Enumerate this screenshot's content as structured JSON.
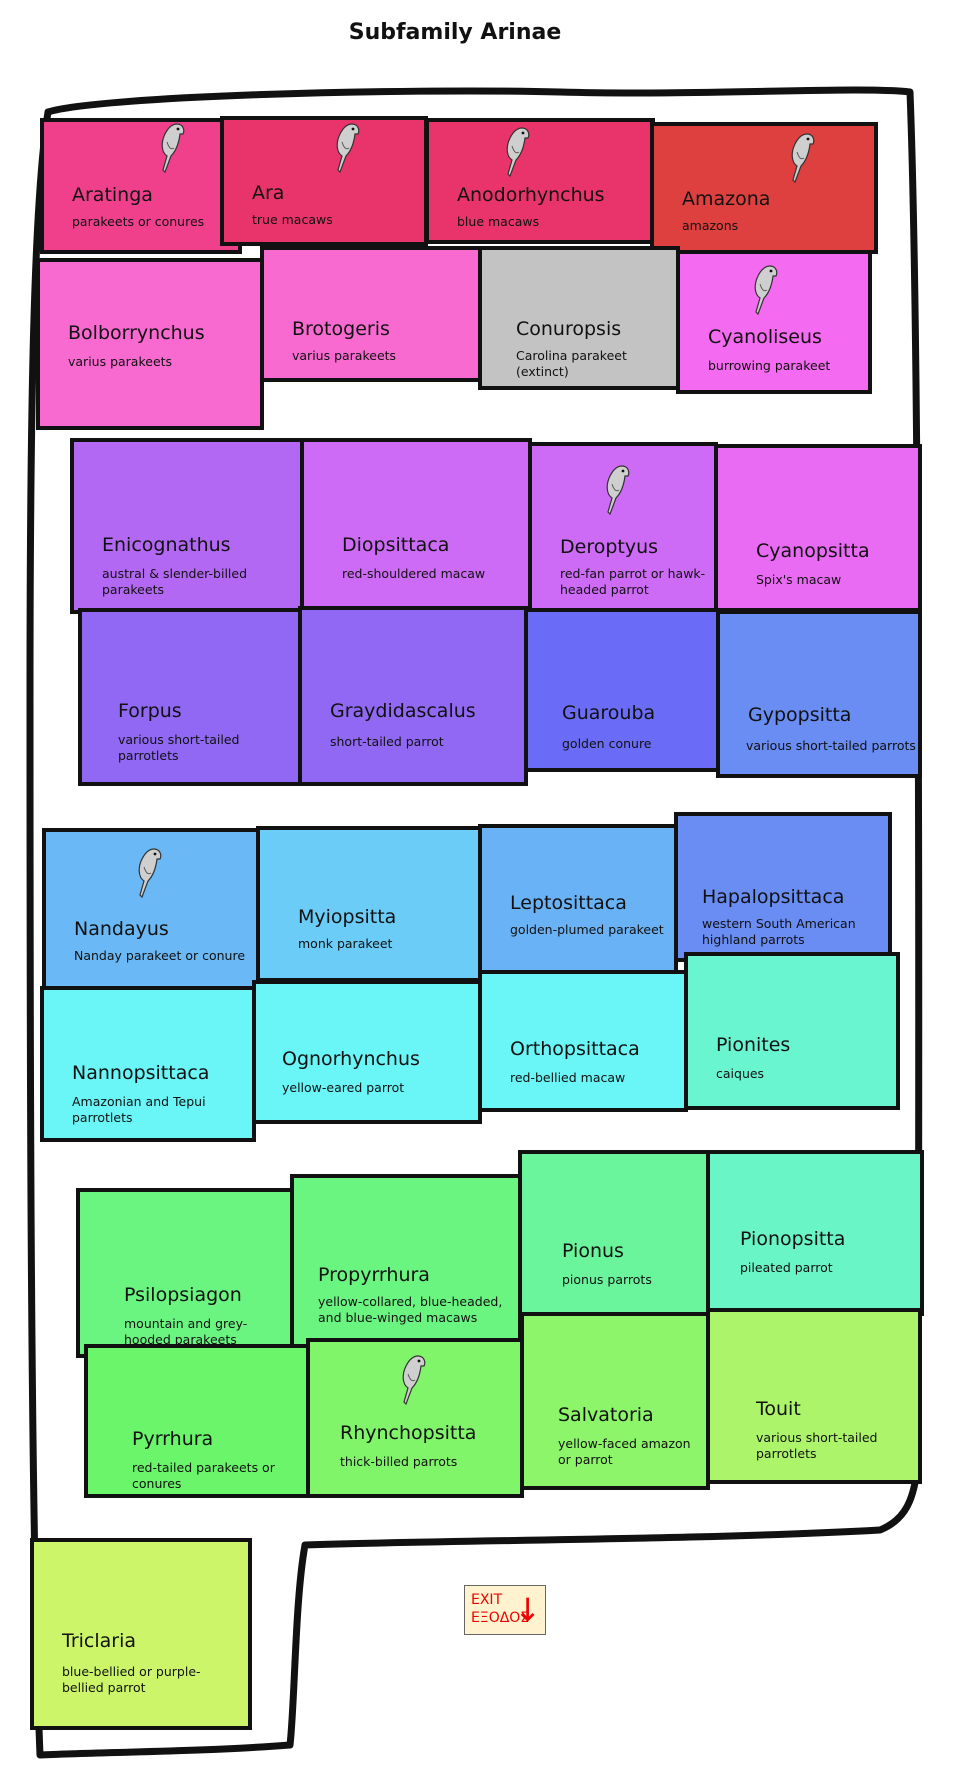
{
  "title": "Subfamily Arinae",
  "exit": {
    "line1": "EXIT",
    "line2": "ΕΞΟΔΟΣ"
  },
  "rooms": {
    "aratinga": {
      "genus": "Aratinga",
      "common": "parakeets or conures",
      "color": "#f0408c"
    },
    "ara": {
      "genus": "Ara",
      "common": "true macaws",
      "color": "#e8346a"
    },
    "anodorhynchus": {
      "genus": "Anodorhynchus",
      "common": "blue macaws",
      "color": "#e8346a"
    },
    "amazona": {
      "genus": "Amazona",
      "common": "amazons",
      "color": "#de3f3f"
    },
    "bolborrynchus": {
      "genus": "Bolborrynchus",
      "common": "varius parakeets",
      "color": "#f96ad1"
    },
    "brotogeris": {
      "genus": "Brotogeris",
      "common": "varius parakeets",
      "color": "#f96ad1"
    },
    "conuropsis": {
      "genus": "Conuropsis",
      "common": "Carolina parakeet (extinct)",
      "color": "#c3c3c3"
    },
    "cyanoliseus": {
      "genus": "Cyanoliseus",
      "common": "burrowing parakeet",
      "color": "#f46af0"
    },
    "enicognathus": {
      "genus": "Enicognathus",
      "common": "austral & slender-billed parakeets",
      "color": "#b368f4"
    },
    "diopsittaca": {
      "genus": "Diopsittaca",
      "common": "red-shouldered macaw",
      "color": "#cd6af6"
    },
    "deroptyus": {
      "genus": "Deroptyus",
      "common": "red-fan parrot or hawk-headed parrot",
      "color": "#cd6af6"
    },
    "cyanopsitta": {
      "genus": "Cyanopsitta",
      "common": "Spix's macaw",
      "color": "#e96af3"
    },
    "forpus": {
      "genus": "Forpus",
      "common": "various short-tailed parrotlets",
      "color": "#9068f4"
    },
    "graydidascalus": {
      "genus": "Graydidascalus",
      "common": "short-tailed parrot",
      "color": "#9068f4"
    },
    "guarouba": {
      "genus": "Guarouba",
      "common": "golden conure",
      "color": "#6a6cf7"
    },
    "gypopsitta": {
      "genus": "Gypopsitta",
      "common": "various short-tailed parrots",
      "color": "#6a8df3"
    },
    "nandayus": {
      "genus": "Nandayus",
      "common": "Nanday parakeet or conure",
      "color": "#6ab8f5"
    },
    "myiopsitta": {
      "genus": "Myiopsitta",
      "common": "monk parakeet",
      "color": "#6accf7"
    },
    "leptosittaca": {
      "genus": "Leptosittaca",
      "common": "golden-plumed parakeet",
      "color": "#6ab2f6"
    },
    "hapalopsittaca": {
      "genus": "Hapalopsittaca",
      "common": "western South American highland parrots",
      "color": "#6a8df3"
    },
    "nannopsittaca": {
      "genus": "Nannopsittaca",
      "common": "Amazonian and Tepui parrotlets",
      "color": "#6af5f7"
    },
    "ognorhynchus": {
      "genus": "Ognorhynchus",
      "common": "yellow-eared parrot",
      "color": "#6af5f7"
    },
    "orthopsittaca": {
      "genus": "Orthopsittaca",
      "common": "red-bellied macaw",
      "color": "#6af5f7"
    },
    "pionites": {
      "genus": "Pionites",
      "common": "caiques",
      "color": "#6af5d1"
    },
    "psilopsiagon": {
      "genus": "Psilopsiagon",
      "common": "mountain and grey-hooded parakeets",
      "color": "#6af580"
    },
    "propyrrhura": {
      "genus": "Propyrrhura",
      "common": "yellow-collared, blue-headed, and blue-winged macaws",
      "color": "#6af580"
    },
    "pionus": {
      "genus": "Pionus",
      "common": "pionus parrots",
      "color": "#6af59c"
    },
    "pionopsitta": {
      "genus": "Pionopsitta",
      "common": "pileated parrot",
      "color": "#6af5c6"
    },
    "pyrrhura": {
      "genus": "Pyrrhura",
      "common": "red-tailed parakeets or conures",
      "color": "#6af56a"
    },
    "rhynchopsitta": {
      "genus": "Rhynchopsitta",
      "common": "thick-billed parrots",
      "color": "#80f56a"
    },
    "salvatoria": {
      "genus": "Salvatoria",
      "common": "yellow-faced amazon or parrot",
      "color": "#8cf56a"
    },
    "touit": {
      "genus": "Touit",
      "common": "various short-tailed parrotlets",
      "color": "#acf56a"
    },
    "triclaria": {
      "genus": "Triclaria",
      "common": "blue-bellied or purple-bellied parrot",
      "color": "#ccf56a"
    }
  }
}
